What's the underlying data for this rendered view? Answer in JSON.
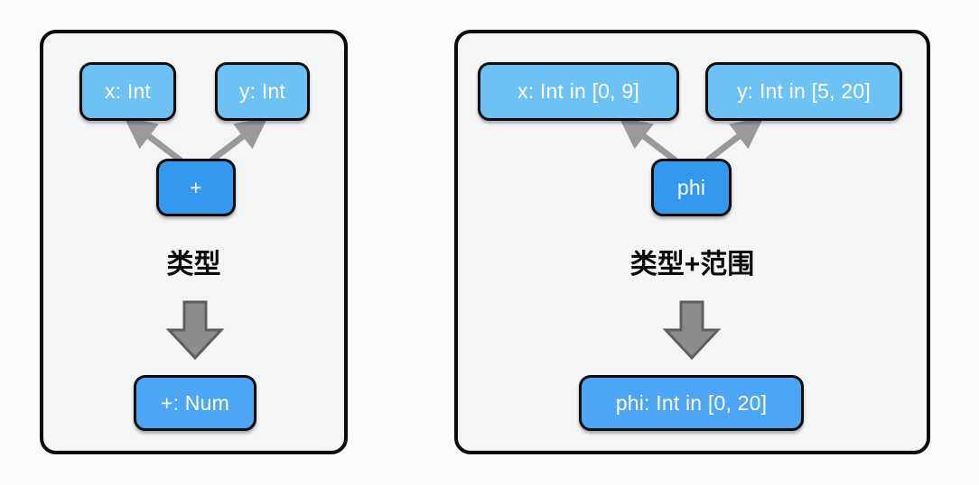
{
  "diagram": {
    "background_color": "#fbfbfb",
    "panel_fill": "#f4f5f6",
    "panel_border_color": "#0b0b0b",
    "operand_color": "#6ec1f5",
    "operator_color": "#3399ee",
    "result_color": "#4da6f5",
    "edge_color": "#999999",
    "down_arrow_fill": "#8c8c8c",
    "down_arrow_stroke": "#5f5f5f"
  },
  "panels": [
    {
      "id": "left",
      "caption": "类型",
      "operands": [
        {
          "label": "x: Int"
        },
        {
          "label": "y: Int"
        }
      ],
      "operator": {
        "label": "+"
      },
      "result": {
        "label": "+: Num"
      }
    },
    {
      "id": "right",
      "caption": "类型+范围",
      "operands": [
        {
          "label": "x: Int in [0, 9]"
        },
        {
          "label": "y: Int in [5, 20]"
        }
      ],
      "operator": {
        "label": "phi"
      },
      "result": {
        "label": "phi: Int in [0, 20]"
      }
    }
  ]
}
